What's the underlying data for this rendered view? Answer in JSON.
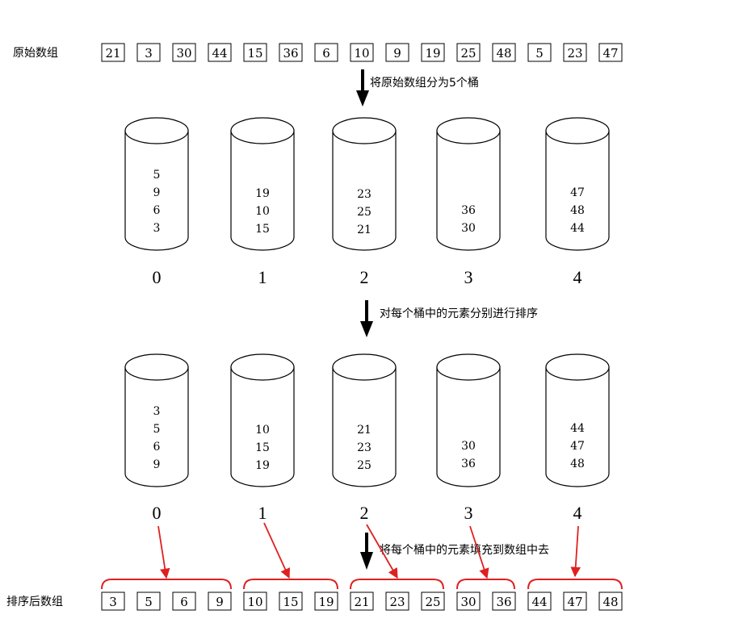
{
  "labels": {
    "original_array": "原始数组",
    "sorted_array": "排序后数组",
    "step1": "将原始数组分为5个桶",
    "step2": "对每个桶中的元素分别进行排序",
    "step3": "将每个桶中的元素填充到数组中去"
  },
  "original_array": [
    "21",
    "3",
    "30",
    "44",
    "15",
    "36",
    "6",
    "10",
    "9",
    "19",
    "25",
    "48",
    "5",
    "23",
    "47"
  ],
  "bucket_indices": [
    "0",
    "1",
    "2",
    "3",
    "4"
  ],
  "buckets_unsorted": [
    [
      "5",
      "9",
      "6",
      "3"
    ],
    [
      "19",
      "10",
      "15"
    ],
    [
      "23",
      "25",
      "21"
    ],
    [
      "36",
      "30"
    ],
    [
      "47",
      "48",
      "44"
    ]
  ],
  "buckets_sorted": [
    [
      "3",
      "5",
      "6",
      "9"
    ],
    [
      "10",
      "15",
      "19"
    ],
    [
      "21",
      "23",
      "25"
    ],
    [
      "30",
      "36"
    ],
    [
      "44",
      "47",
      "48"
    ]
  ],
  "sorted_array": [
    "3",
    "5",
    "6",
    "9",
    "10",
    "15",
    "19",
    "21",
    "23",
    "25",
    "30",
    "36",
    "44",
    "47",
    "48"
  ],
  "colors": {
    "stroke": "#000000",
    "mapping_arrow": "#e02020"
  }
}
